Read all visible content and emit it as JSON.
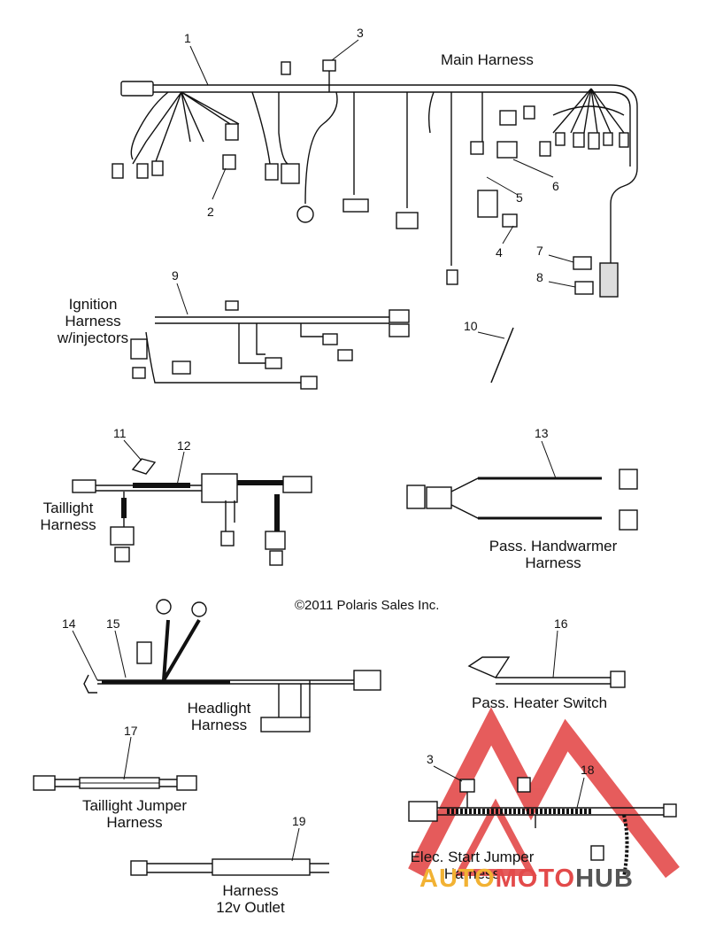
{
  "sections": {
    "main": "Main Harness",
    "ignition": [
      "Ignition",
      "Harness",
      "w/injectors"
    ],
    "taillight": [
      "Taillight",
      "Harness"
    ],
    "handwarmer": [
      "Pass. Handwarmer",
      "Harness"
    ],
    "headlight": [
      "Headlight",
      "Harness"
    ],
    "heater": "Pass. Heater Switch",
    "taillight_jumper": [
      "Taillight Jumper",
      "Harness"
    ],
    "outlet": [
      "Harness",
      "12v Outlet"
    ],
    "elec_start": [
      "Elec. Start Jumper",
      "Harness"
    ]
  },
  "copyright": "©2011 Polaris Sales Inc.",
  "callouts": [
    "1",
    "2",
    "3",
    "4",
    "5",
    "6",
    "7",
    "8",
    "9",
    "10",
    "11",
    "12",
    "13",
    "14",
    "15",
    "16",
    "17",
    "18",
    "19",
    "3"
  ],
  "watermark": {
    "part1": "AUTO",
    "part2": "MOTO",
    "part3": "HUB"
  },
  "colors": {
    "watermark_red": "#e34a4a",
    "watermark_orange": "#f2b233",
    "watermark_gray": "#555555",
    "line": "#111111"
  }
}
